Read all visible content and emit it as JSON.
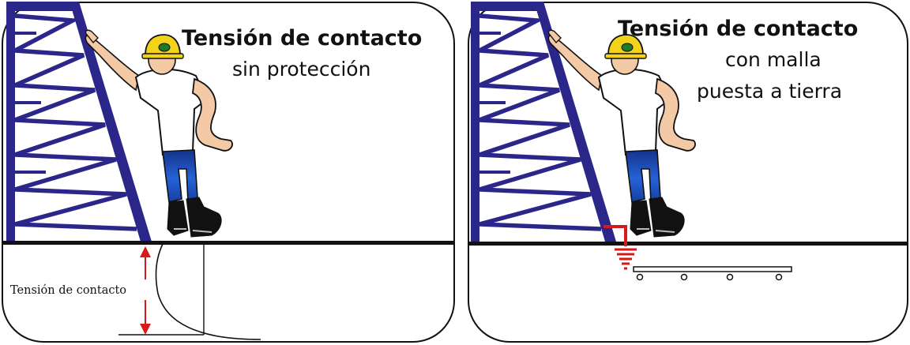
{
  "panels": [
    {
      "title": "Tensión de contacto",
      "subtitle_lines": [
        "sin protección"
      ],
      "measure_label": "Tensión de contacto"
    },
    {
      "title": "Tensión de contacto",
      "subtitle_lines": [
        "con malla",
        "puesta a tierra"
      ]
    }
  ],
  "colors": {
    "tower": "#2b2689",
    "ground": "#111111",
    "arrow": "#d61a1a",
    "grounding": "#d61a1a",
    "helmet": "#f2d21b",
    "helmet_badge": "#1e7a2a",
    "skin": "#f3c9a6",
    "shirt": "#ffffff",
    "pants": "#1e4fb8",
    "boots": "#111111"
  },
  "icons": {
    "tower": "lattice-tower",
    "worker": "worker-with-helmet",
    "grounding": "ground-electrode-symbol",
    "mesh": "grounding-mesh"
  }
}
